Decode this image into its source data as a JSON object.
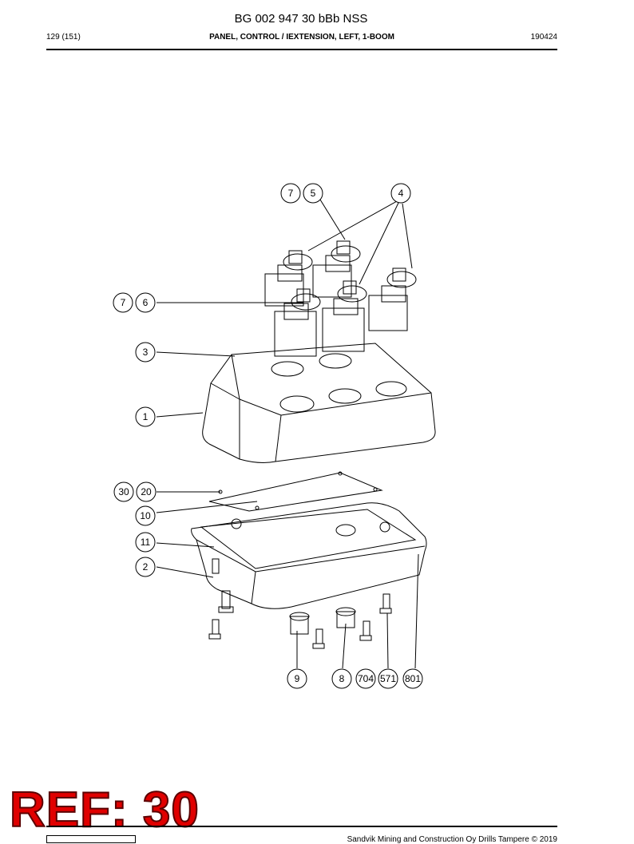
{
  "header": {
    "document_title": "BG 002 947 30 bBb NSS",
    "page_indicator": "129 (151)",
    "section_title": "PANEL, CONTROL / IEXTENSION, LEFT, 1-BOOM",
    "date_code": "190424"
  },
  "callouts": [
    "7",
    "5",
    "4",
    "7",
    "6",
    "3",
    "1",
    "30",
    "20",
    "10",
    "11",
    "2",
    "9",
    "8",
    "704",
    "571",
    "801"
  ],
  "stamp": {
    "text": "REF: 30",
    "color": "#e00000"
  },
  "footer": {
    "text": "Sandvik Mining and Construction Oy Drills Tampere © 2019"
  }
}
